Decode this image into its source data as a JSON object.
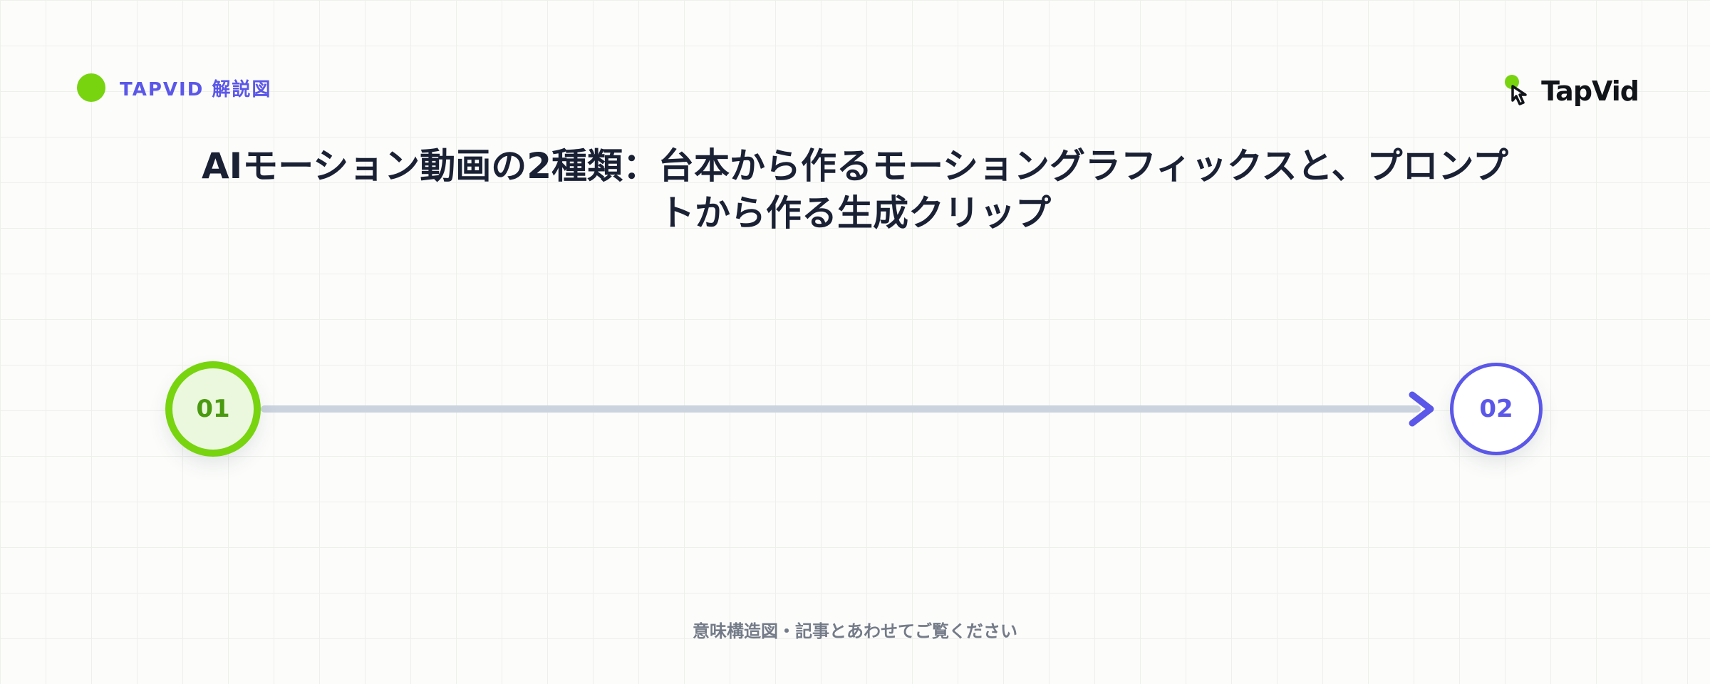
{
  "header": {
    "brand_label": "TAPVID 解説図",
    "logo_text": "TapVid",
    "logo_icon": "pointer-hand-icon"
  },
  "title": "AIモーション動画の2種類：台本から作るモーショングラフィックスと、プロンプトから作る生成クリップ",
  "steps": [
    {
      "label": "01"
    },
    {
      "label": "02"
    }
  ],
  "footer": {
    "note": "意味構造図・記事とあわせてご覧ください"
  },
  "colors": {
    "accent_green": "#77d40f",
    "accent_indigo": "#5b57e8",
    "title_text": "#1b2134",
    "connector": "#cbd3df"
  }
}
